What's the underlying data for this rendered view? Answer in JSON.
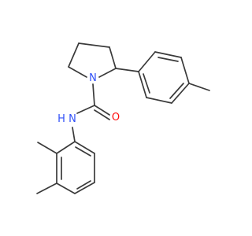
{
  "molecule": {
    "atom_labels": {
      "n_ring": "N",
      "n_amide": "N",
      "h_amide": "H",
      "o_carbonyl": "O"
    },
    "colors": {
      "bond": "#3a3a3a",
      "nitrogen": "#3050F8",
      "oxygen": "#FF0D0D"
    }
  }
}
